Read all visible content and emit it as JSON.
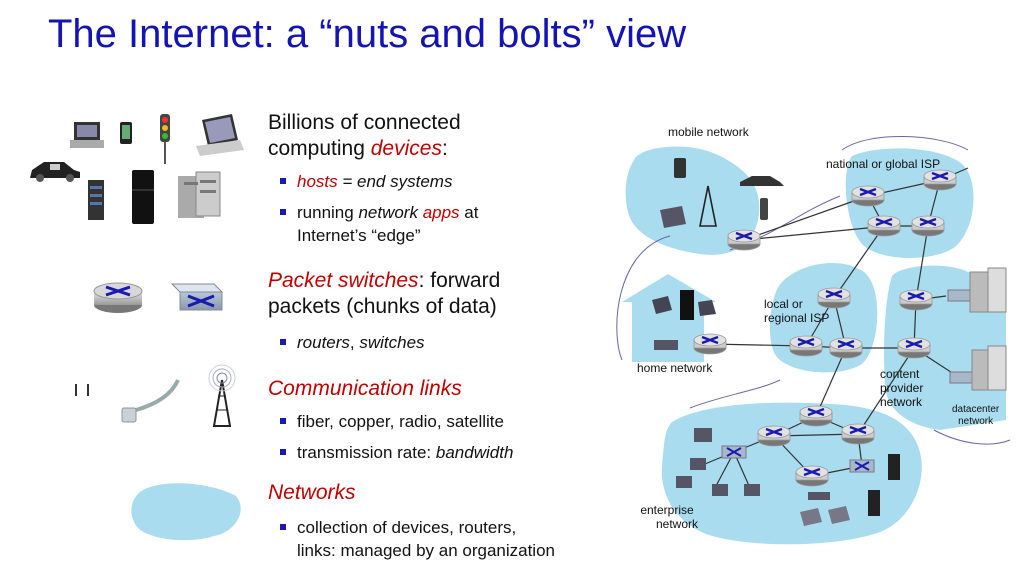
{
  "title": "The Internet: a “nuts and bolts” view",
  "devices": {
    "line1": "Billions of connected",
    "line2_pre": "computing ",
    "line2_em": "devices",
    "line2_post": ":",
    "bullets": [
      {
        "em": "hosts",
        "rest": " = end systems"
      },
      {
        "pre": "running ",
        "em1": "network ",
        "em2": "apps",
        "rest": " at",
        "line2": "Internet’s “edge”"
      }
    ]
  },
  "switches": {
    "em": "Packet switches",
    "rest": ": forward",
    "line2": "packets (chunks of data)",
    "bullet_a": "routers",
    "bullet_sep": ", ",
    "bullet_b": "switches"
  },
  "links": {
    "heading": "Communication links",
    "bullets": [
      "fiber, copper, radio, satellite"
    ],
    "rate_pre": "transmission rate: ",
    "rate_em": "bandwidth"
  },
  "networks": {
    "heading": "Networks",
    "line1": "collection of devices, routers,",
    "line2": "links: managed by an organization"
  },
  "diagram": {
    "mobile": "mobile network",
    "global_isp": "national or global ISP",
    "local1": "local or",
    "local2": "regional ISP",
    "home": "home network",
    "content1": "content",
    "content2": "provider",
    "content3": "network",
    "dc1": "datacenter",
    "dc2": "network",
    "ent1": "enterprise",
    "ent2": "network"
  },
  "colors": {
    "title": "#1414b4",
    "accent": "#c00000",
    "cloud": "#a9dcef",
    "router": "#1a1ab0"
  }
}
